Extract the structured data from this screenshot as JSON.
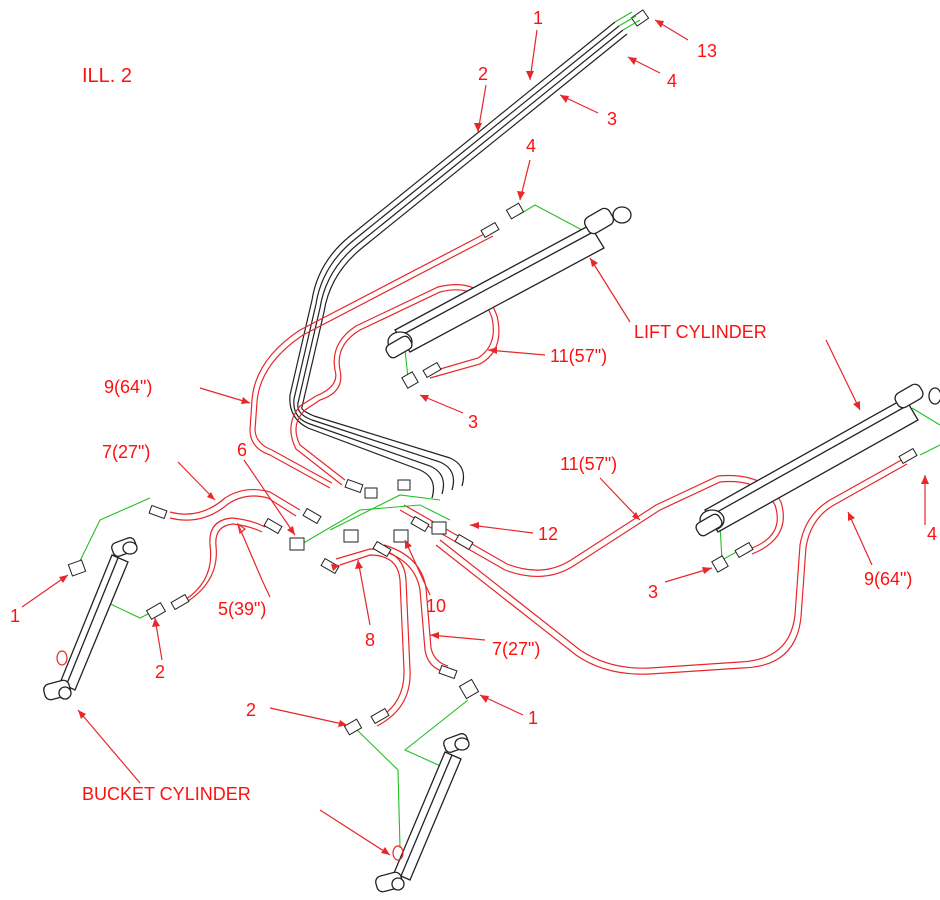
{
  "title": "ILL. 2",
  "labels": {
    "lift_cylinder": "LIFT CYLINDER",
    "bucket_cylinder": "BUCKET CYLINDER",
    "n1_top": "1",
    "n2_top": "2",
    "n3_top": "3",
    "n4_top": "4",
    "n13": "13",
    "n4_lift": "4",
    "n11_upper": "11(57\")",
    "n3_lift": "3",
    "n9_left": "9(64\")",
    "n7_left": "7(27\")",
    "n6": "6",
    "n11_mid": "11(57\")",
    "n12": "12",
    "n4_right": "4",
    "n3_right": "3",
    "n9_right": "9(64\")",
    "n1_left": "1",
    "n2_left": "2",
    "n5": "5(39\")",
    "n8": "8",
    "n10": "10",
    "n7_mid": "7(27\")",
    "n2_bottom": "2",
    "n1_bottom": "1"
  },
  "colors": {
    "label": "#ff1010",
    "hose": "#e8272a",
    "tube": "#222222",
    "fitting_line": "#22c022"
  }
}
